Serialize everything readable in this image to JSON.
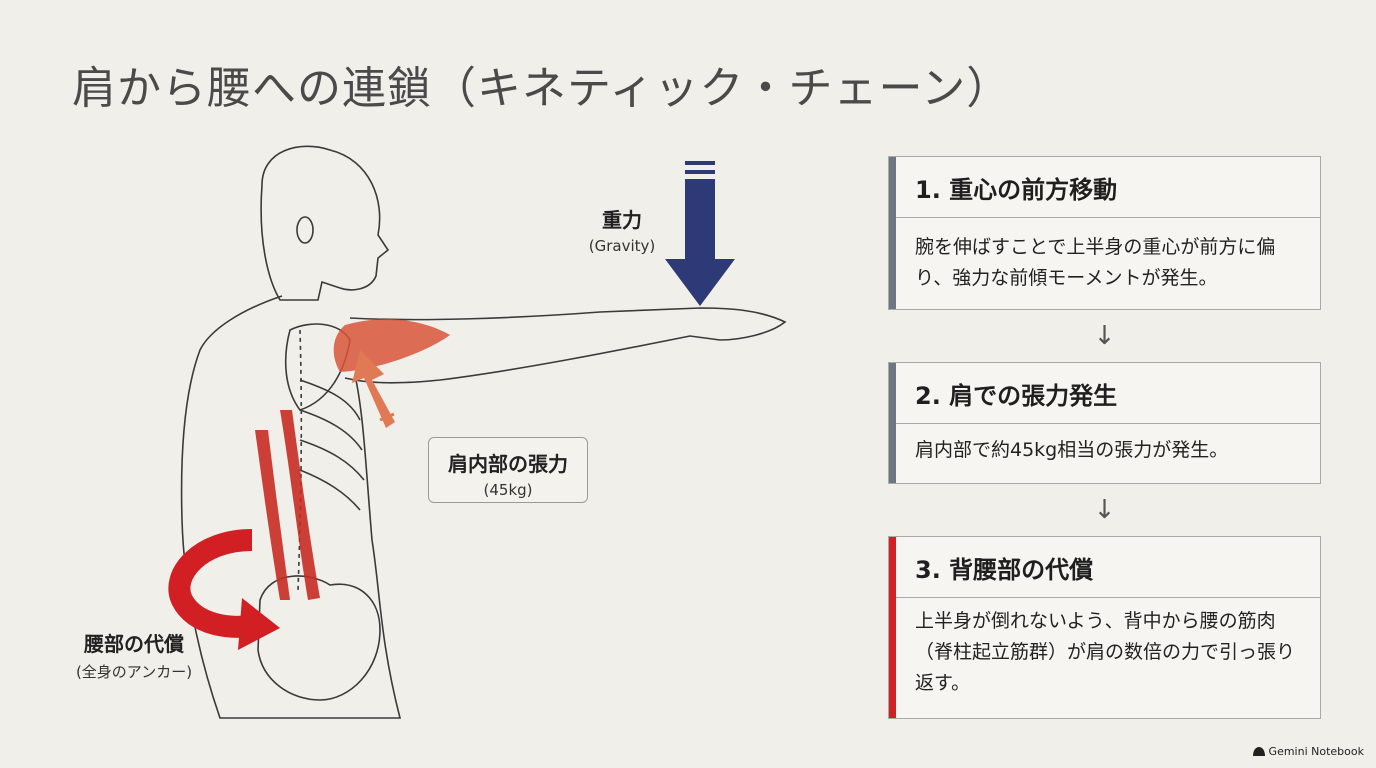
{
  "title": "肩から腰への連鎖（キネティック・チェーン）",
  "labels": {
    "gravity_main": "重力",
    "gravity_sub": "(Gravity)",
    "shoulder_main": "肩内部の張力",
    "shoulder_sub": "(45kg)",
    "waist_main": "腰部の代償",
    "waist_sub": "(全身のアンカー)"
  },
  "steps": [
    {
      "heading": "1. 重心の前方移動",
      "body": "腕を伸ばすことで上半身の重心が前方に偏り、強力な前傾モーメントが発生。"
    },
    {
      "heading": "2. 肩での張力発生",
      "body": "肩内部で約45kg相当の張力が発生。"
    },
    {
      "heading": "3. 背腰部の代償",
      "body": "上半身が倒れないよう、背中から腰の筋肉（脊柱起立筋群）が肩の数倍の力で引っ張り返す。"
    }
  ],
  "step_arrow": "↓",
  "brand": "Gemini Notebook",
  "colors": {
    "gravity_arrow": "#2e3a78",
    "muscle": "#d8553a",
    "compensation": "#d21f24",
    "step_bar": "#6e7781"
  }
}
